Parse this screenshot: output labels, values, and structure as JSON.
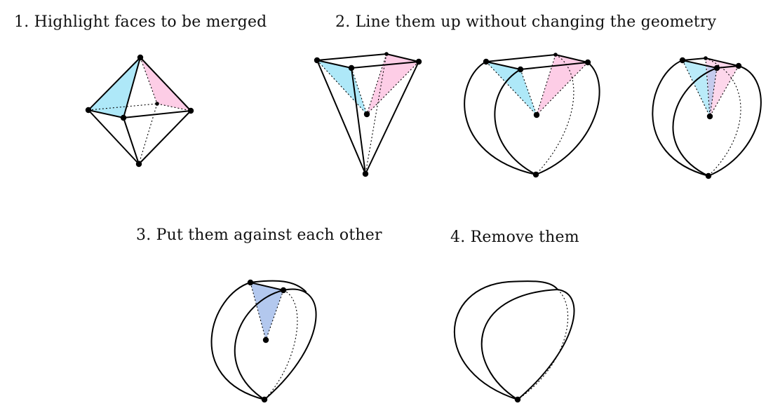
{
  "steps": [
    {
      "caption": "1. Highlight faces to be merged"
    },
    {
      "caption": "2. Line them up without changing the geometry"
    },
    {
      "caption": "3. Put them against each other"
    },
    {
      "caption": "4. Remove them"
    }
  ],
  "colors": {
    "face_a": "#aee8f8",
    "face_b": "#fdcde6",
    "merged_face": "#b3c8ee",
    "line": "#000000",
    "background": "#ffffff"
  }
}
